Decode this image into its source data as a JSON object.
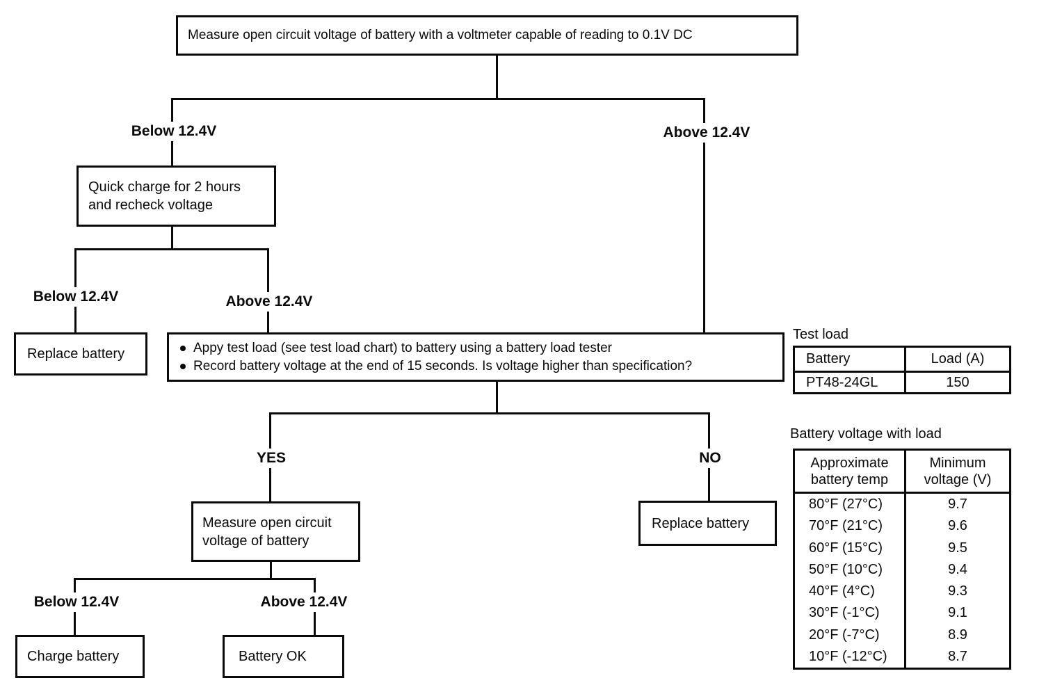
{
  "colors": {
    "ink": "#0a0a0a",
    "background": "#ffffff"
  },
  "flowchart": {
    "nodes": {
      "start": "Measure open circuit voltage of battery with a voltmeter capable of reading to 0.1V DC",
      "quick_charge": "Quick charge for 2 hours and recheck voltage",
      "replace_battery_1": "Replace battery",
      "test_load_step_bullets": [
        "Appy test load (see test load chart) to battery using a battery load tester",
        "Record battery voltage at the end of 15 seconds. Is voltage higher than specification?"
      ],
      "measure_open_circuit": "Measure open circuit voltage of battery",
      "replace_battery_2": "Replace battery",
      "charge_battery": "Charge battery",
      "battery_ok": "Battery OK"
    },
    "branch_labels": {
      "level1_left": "Below 12.4V",
      "level1_right": "Above 12.4V",
      "level2_left": "Below 12.4V",
      "level2_right": "Above 12.4V",
      "level3_left": "YES",
      "level3_right": "NO",
      "level4_left": "Below 12.4V",
      "level4_right": "Above 12.4V"
    }
  },
  "test_load": {
    "title": "Test load",
    "headers": [
      "Battery",
      "Load (A)"
    ],
    "rows": [
      {
        "battery": "PT48-24GL",
        "load": "150"
      }
    ]
  },
  "battery_voltage": {
    "title": "Battery voltage with load",
    "headers": [
      "Approximate battery temp",
      "Minimum voltage (V)"
    ],
    "rows": [
      {
        "temp": "80°F (27°C)",
        "voltage": "9.7"
      },
      {
        "temp": "70°F (21°C)",
        "voltage": "9.6"
      },
      {
        "temp": "60°F (15°C)",
        "voltage": "9.5"
      },
      {
        "temp": "50°F (10°C)",
        "voltage": "9.4"
      },
      {
        "temp": "40°F (4°C)",
        "voltage": "9.3"
      },
      {
        "temp": "30°F (-1°C)",
        "voltage": "9.1"
      },
      {
        "temp": "20°F (-7°C)",
        "voltage": "8.9"
      },
      {
        "temp": "10°F (-12°C)",
        "voltage": "8.7"
      }
    ]
  }
}
